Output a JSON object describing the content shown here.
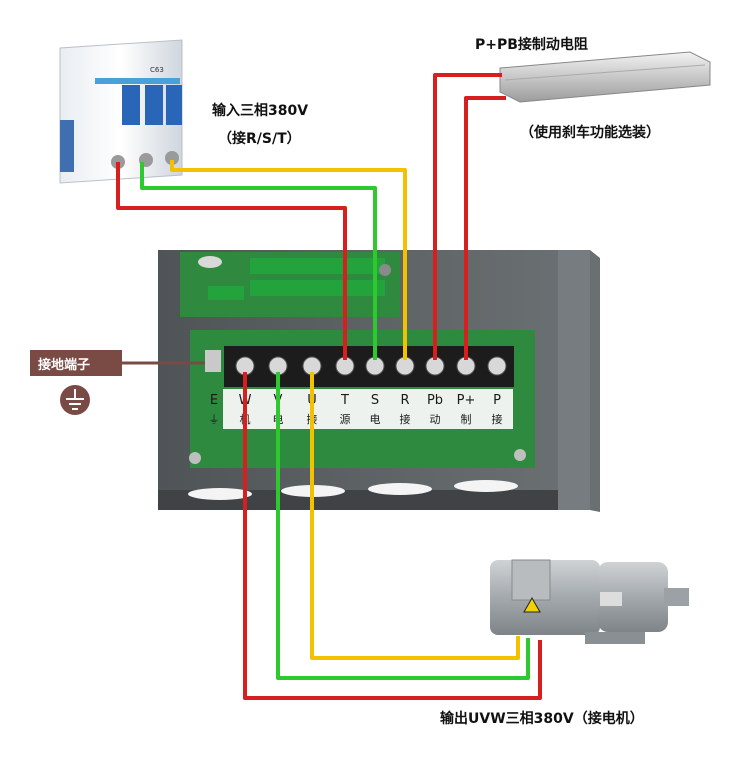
{
  "labels": {
    "brake_resistor_title": "P+PB接制动电阻",
    "brake_resistor_note": "（使用刹车功能选装）",
    "input_title": "输入三相380V",
    "input_note": "（接R/S/T）",
    "ground_label": "接地端子",
    "output_label": "输出UVW三相380V（接电机）"
  },
  "terminal_strip": {
    "top_letters": [
      "E",
      "W",
      "V",
      "U",
      "T",
      "S",
      "R",
      "Pb",
      "P+",
      "P"
    ],
    "bottom_chars": [
      "⏚",
      "机",
      "电",
      "接",
      "源",
      "电",
      "接",
      "动",
      "制",
      "接"
    ]
  },
  "breaker_text": "C63",
  "colors": {
    "wire_red": "#d61f1f",
    "wire_green": "#2ec92e",
    "wire_yellow": "#f2c200",
    "enclosure": "#5a5f62",
    "pcb": "#2e8a3e",
    "ground_badge": "#7a4b45"
  }
}
